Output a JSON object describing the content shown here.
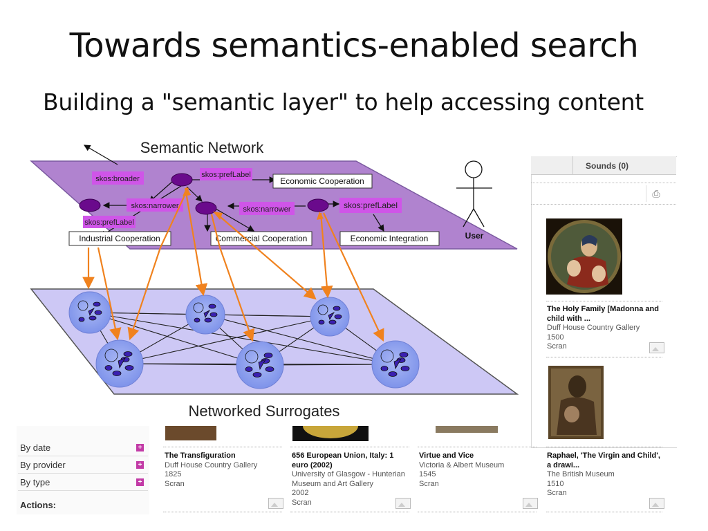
{
  "slide": {
    "title": "Towards semantics-enabled search",
    "subtitle": "Building a \"semantic layer\" to help accessing content"
  },
  "diagram": {
    "top_plane_title": "Semantic Network",
    "bottom_plane_title": "Networked Surrogates",
    "user_label": "User",
    "relation_labels": [
      "skos:broader",
      "skos:prefLabel",
      "skos:narrower",
      "skos:prefLabel",
      "skos:narrower",
      "skos:prefLabel"
    ],
    "concepts": [
      "Economic Cooperation",
      "Industrial Cooperation",
      "Commercial Cooperation",
      "Economic Integration"
    ],
    "colors": {
      "top_plane": "#b083cf",
      "bottom_plane": "#cdc8f5",
      "node": "#6a0a8c",
      "arrow": "#f0821e",
      "label_box": "#cf55e8",
      "surrogate": "#8fa3ef"
    }
  },
  "search_ui": {
    "tab_sounds": "Sounds (0)",
    "print_icon": "printer-icon",
    "facets": [
      {
        "label": "By date"
      },
      {
        "label": "By provider"
      },
      {
        "label": "By type"
      }
    ],
    "actions_label": "Actions:",
    "results": [
      {
        "title": "The Holy Family [Madonna and child with ...",
        "provider": "Duff House Country Gallery",
        "year": "1500",
        "source": "Scran"
      },
      {
        "title": "The Transfiguration",
        "provider": "Duff House Country Gallery",
        "year": "1825",
        "source": "Scran"
      },
      {
        "title": "656 European Union, Italy: 1 euro (2002)",
        "provider": "University of Glasgow - Hunterian Museum and Art Gallery",
        "year": "2002",
        "source": "Scran"
      },
      {
        "title": "Virtue and Vice",
        "provider": "Victoria & Albert Museum",
        "year": "1545",
        "source": "Scran"
      },
      {
        "title": "Raphael, 'The Virgin and Child', a drawi...",
        "provider": "The British Museum",
        "year": "1510",
        "source": "Scran"
      }
    ]
  }
}
